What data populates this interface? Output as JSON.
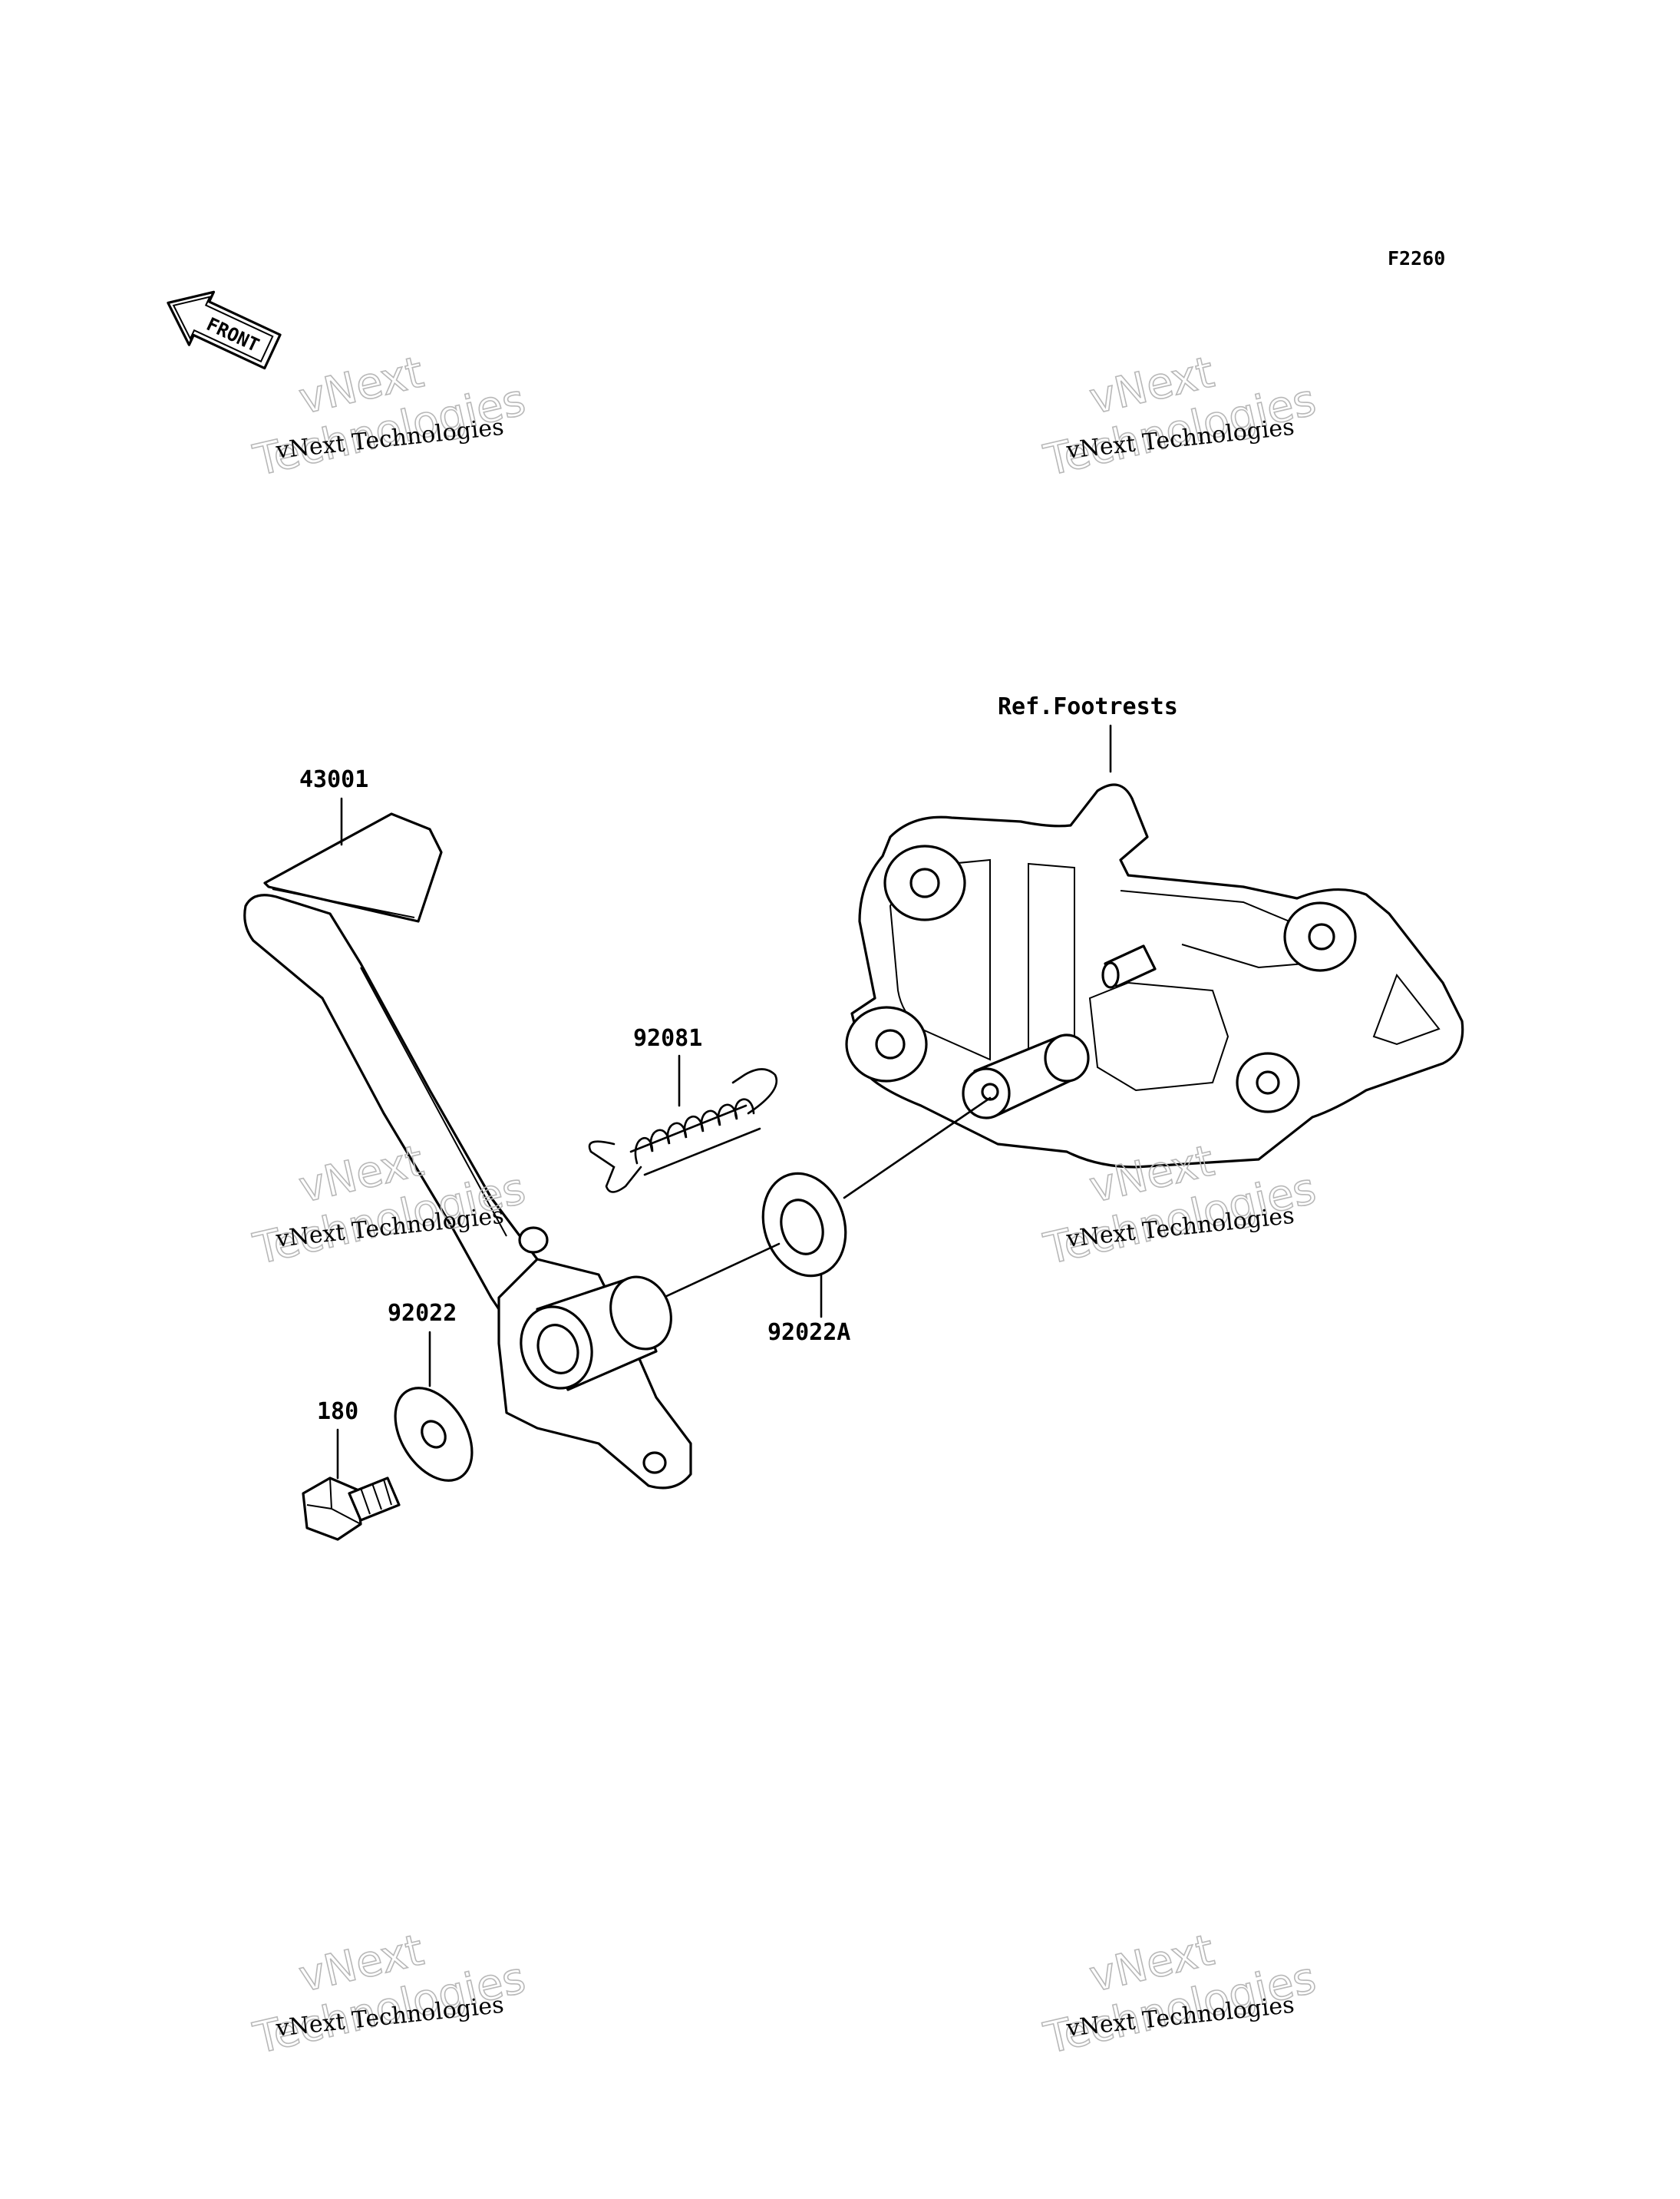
{
  "figure_code": "F2260",
  "front_arrow": {
    "label": "FRONT",
    "icon": "front-arrow-icon"
  },
  "watermark": {
    "line1": "vNext",
    "line2": "Technologies",
    "overlay": "vNext Technologies"
  },
  "parts": {
    "pedal": "43001",
    "spring": "92081",
    "washer_a": "92022A",
    "washer": "92022",
    "bolt": "180",
    "reference": "Ref.Footrests"
  }
}
